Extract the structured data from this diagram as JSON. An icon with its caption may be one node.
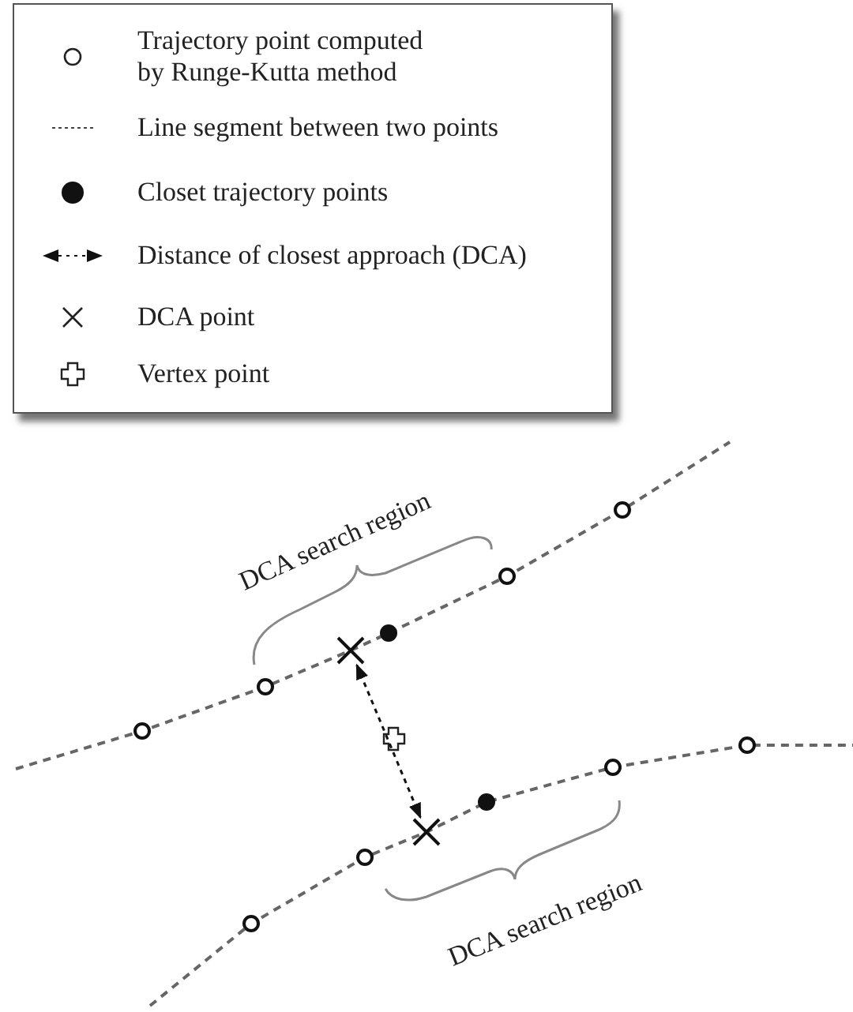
{
  "diagram": {
    "nodes": [
      {
        "text": [],
        "shape": "cross"
      },
      {
        "text": [],
        "shape": "cross"
      }
    ],
    "edges": [
      {
        "from": 0,
        "to": 1,
        "arrow": "both",
        "style": "dashed"
      }
    ],
    "labels": [
      "DCA search region",
      "DCA search region"
    ],
    "legend": [
      {
        "text": "Trajectory point computed by Runge-Kutta method"
      },
      {
        "text": "Line segment between two points"
      },
      {
        "text": "Closet trajectory points"
      },
      {
        "text": "Distance of closest approach (DCA)"
      },
      {
        "text": "DCA point"
      },
      {
        "text": "Vertex point"
      }
    ]
  }
}
